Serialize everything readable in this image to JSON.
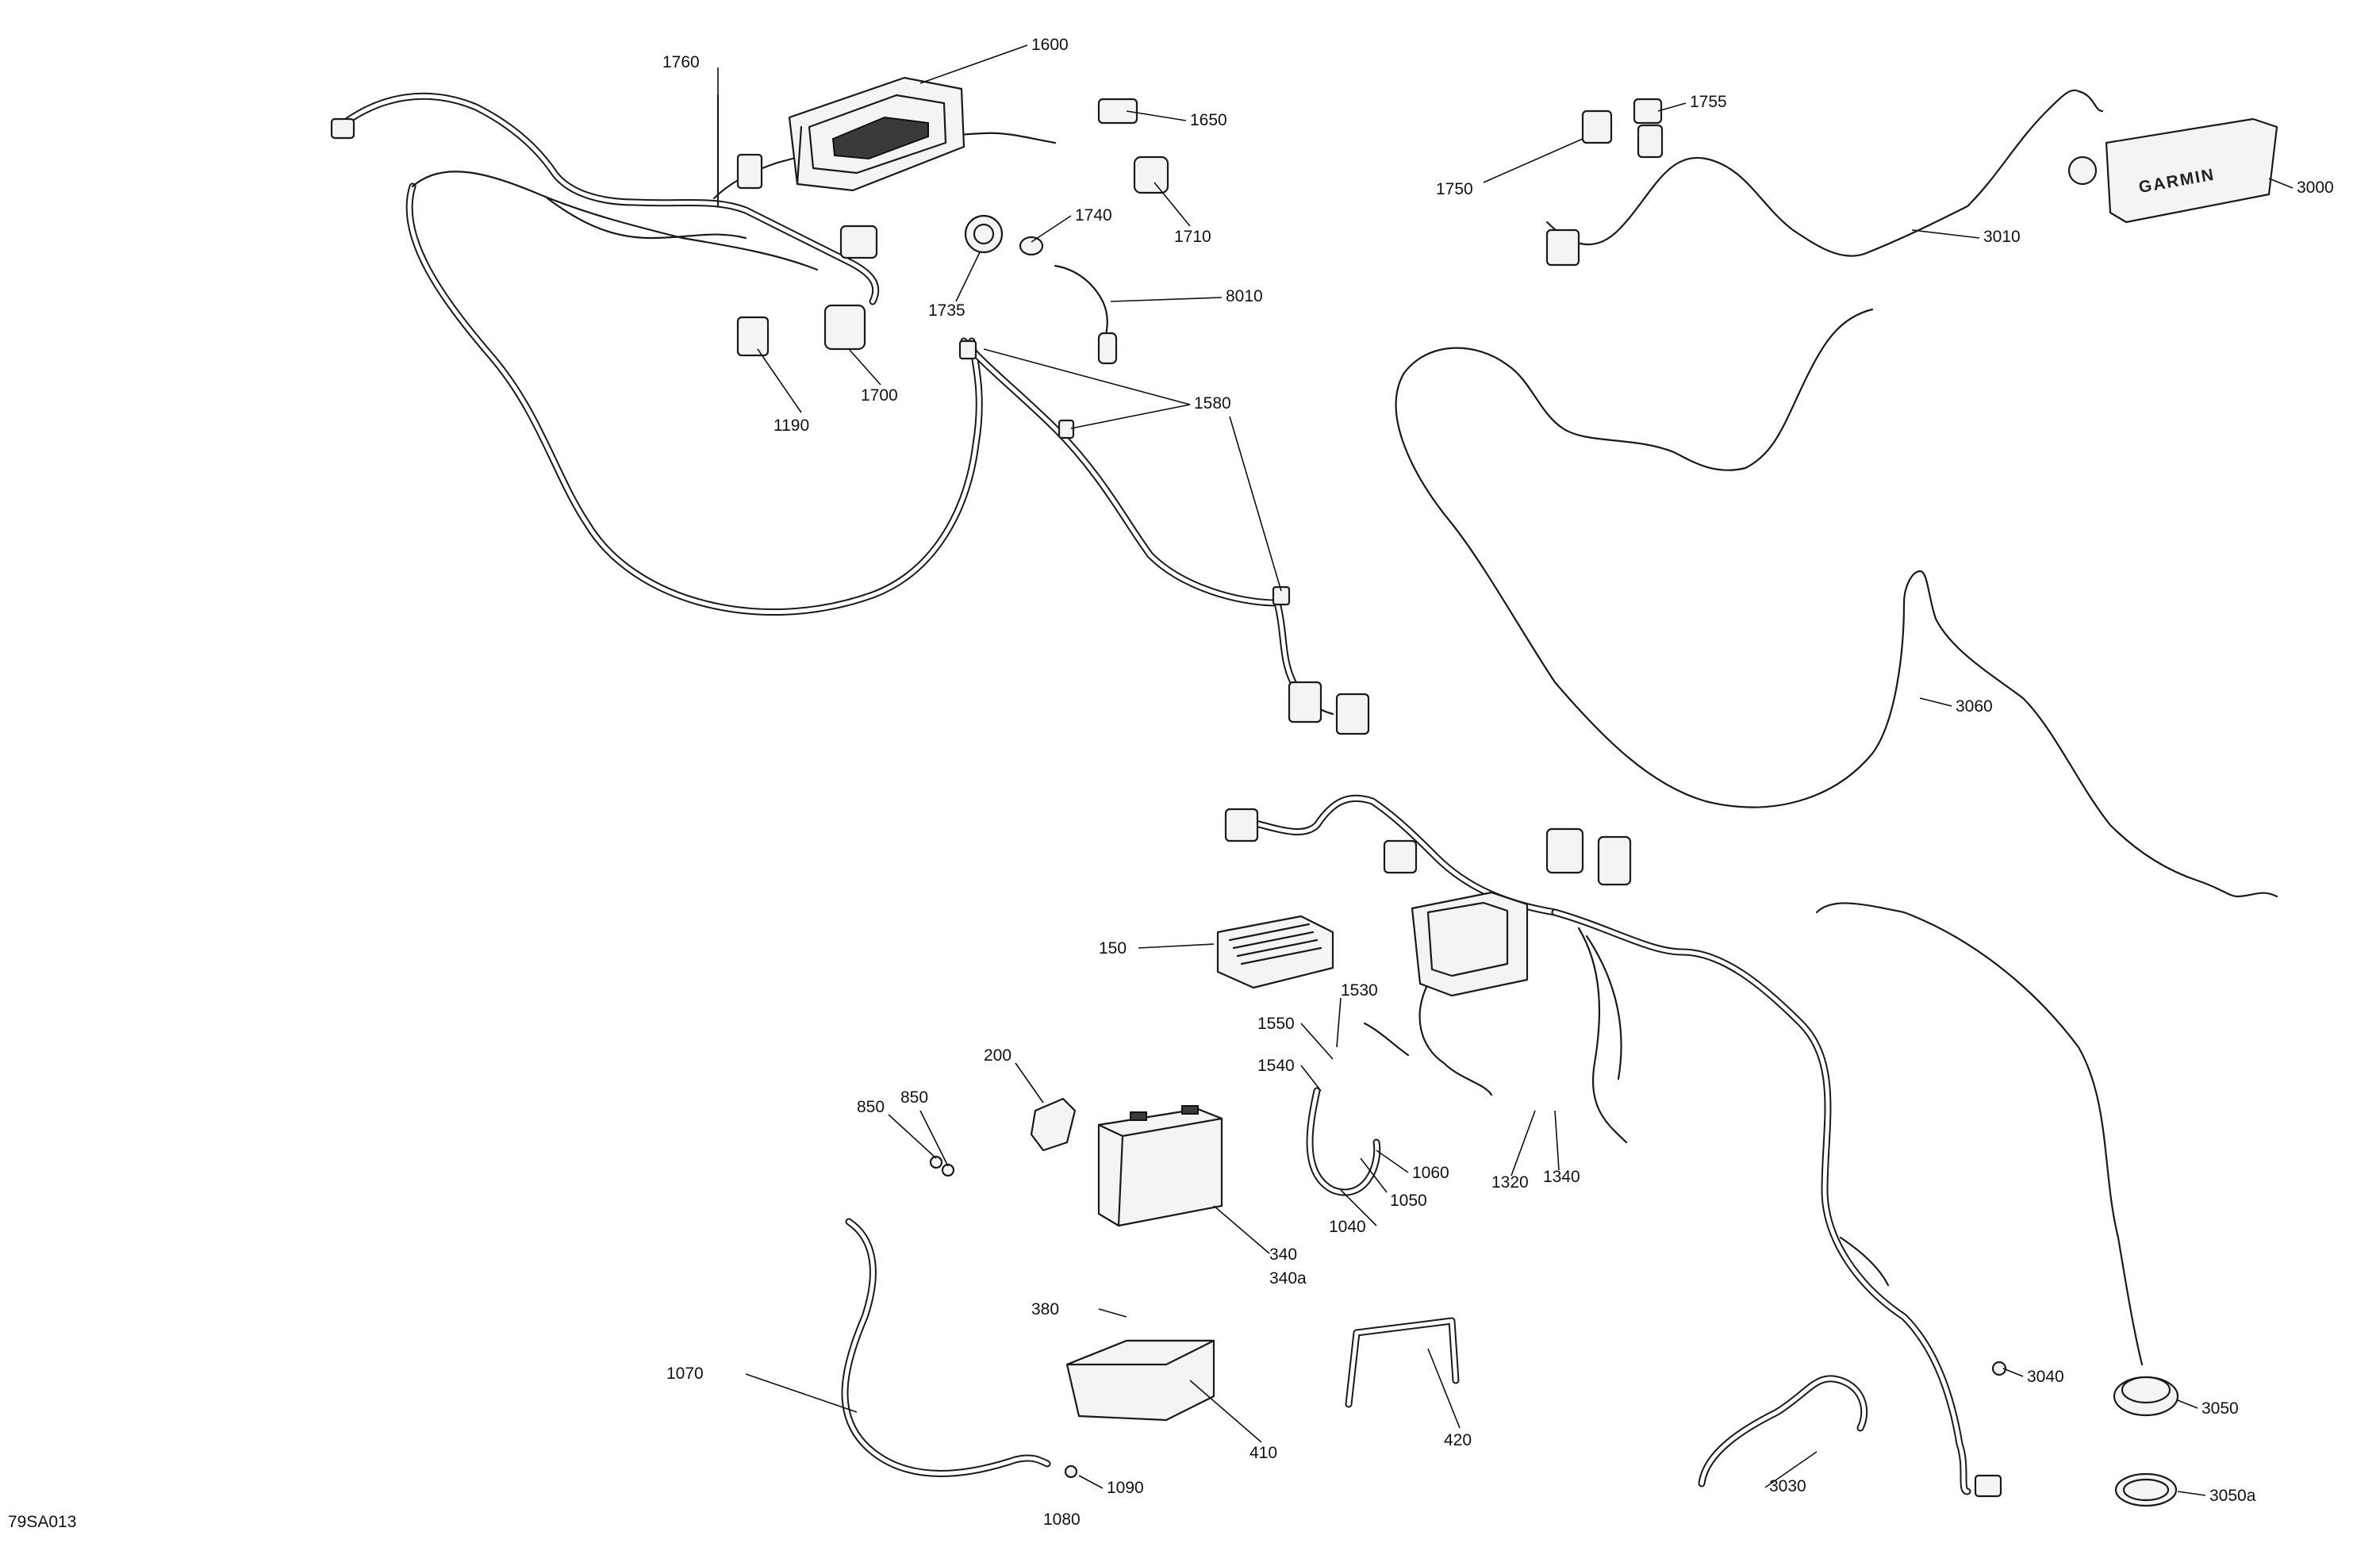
{
  "diagram": {
    "reference_code": "79SA013",
    "display_brand": "GARMIN",
    "callouts": [
      {
        "id": "c1760",
        "label": "1760"
      },
      {
        "id": "c1600",
        "label": "1600"
      },
      {
        "id": "c1650",
        "label": "1650"
      },
      {
        "id": "c1740",
        "label": "1740"
      },
      {
        "id": "c1710",
        "label": "1710"
      },
      {
        "id": "c1735",
        "label": "1735"
      },
      {
        "id": "c8010",
        "label": "8010"
      },
      {
        "id": "c1190",
        "label": "1190"
      },
      {
        "id": "c1700",
        "label": "1700"
      },
      {
        "id": "c1580",
        "label": "1580"
      },
      {
        "id": "c1755",
        "label": "1755"
      },
      {
        "id": "c1750",
        "label": "1750"
      },
      {
        "id": "c3010",
        "label": "3010"
      },
      {
        "id": "c3000",
        "label": "3000"
      },
      {
        "id": "c3060",
        "label": "3060"
      },
      {
        "id": "c150",
        "label": "150"
      },
      {
        "id": "c1530",
        "label": "1530"
      },
      {
        "id": "c1550",
        "label": "1550"
      },
      {
        "id": "c1540",
        "label": "1540"
      },
      {
        "id": "c1060",
        "label": "1060"
      },
      {
        "id": "c1050",
        "label": "1050"
      },
      {
        "id": "c1040",
        "label": "1040"
      },
      {
        "id": "c1320",
        "label": "1320"
      },
      {
        "id": "c1340",
        "label": "1340"
      },
      {
        "id": "c200",
        "label": "200"
      },
      {
        "id": "c850a",
        "label": "850"
      },
      {
        "id": "c850b",
        "label": "850"
      },
      {
        "id": "c340",
        "label": "340"
      },
      {
        "id": "c340a",
        "label": "340a"
      },
      {
        "id": "c380",
        "label": "380"
      },
      {
        "id": "c410",
        "label": "410"
      },
      {
        "id": "c420",
        "label": "420"
      },
      {
        "id": "c1070",
        "label": "1070"
      },
      {
        "id": "c1090",
        "label": "1090"
      },
      {
        "id": "c1080",
        "label": "1080"
      },
      {
        "id": "c3030",
        "label": "3030"
      },
      {
        "id": "c3040",
        "label": "3040"
      },
      {
        "id": "c3050",
        "label": "3050"
      },
      {
        "id": "c3050a",
        "label": "3050a"
      }
    ]
  }
}
